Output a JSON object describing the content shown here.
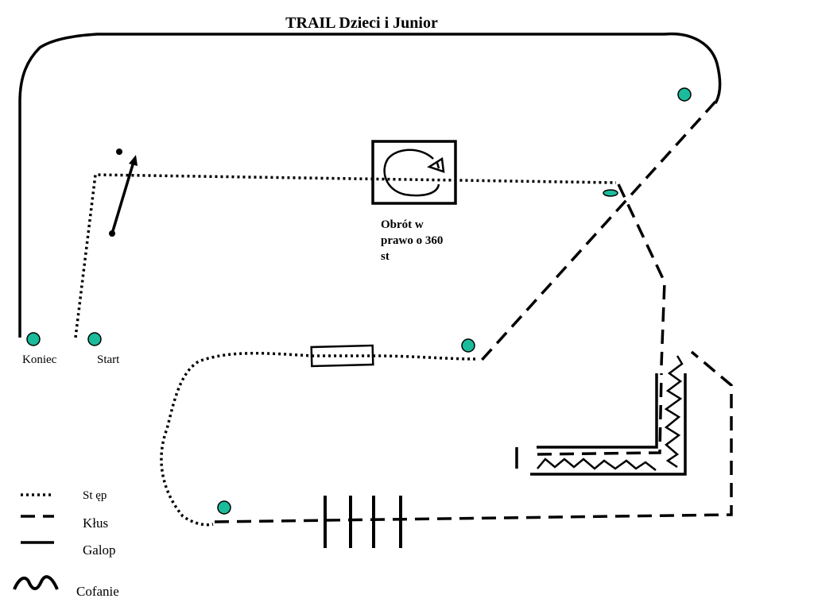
{
  "title": "TRAIL  Dzieci i Junior",
  "labels": {
    "end": "Koniec",
    "start": "Start"
  },
  "note": {
    "line1": "Obrót w",
    "line2": "prawo o 360",
    "line3": "st"
  },
  "legend": {
    "walk": "St ęp",
    "trot": "Kłus",
    "gallop": "Galop",
    "backup": "Cofanie"
  },
  "colors": {
    "cone": "#1abc9c",
    "line": "#000000"
  }
}
